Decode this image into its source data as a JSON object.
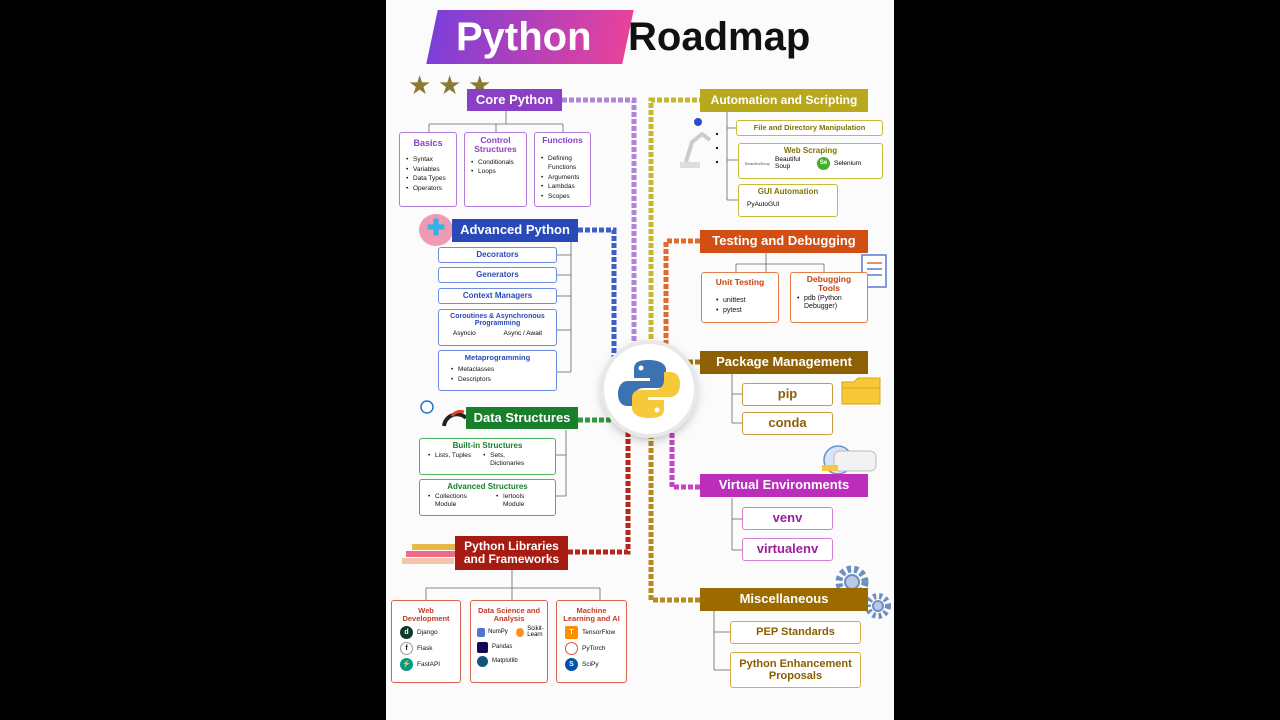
{
  "title": {
    "part1": "Python",
    "part2": "Roadmap"
  },
  "colors": {
    "purple": "#8a3fc4",
    "blue": "#2a49b8",
    "green": "#1a7f2c",
    "red": "#a61b12",
    "olive": "#b7a81d",
    "orange": "#d14f13",
    "brown": "#8e6006",
    "magenta": "#bb2dba",
    "gold": "#9c6b00"
  },
  "core_python": {
    "label": "Core Python",
    "basics": {
      "title": "Basics",
      "items": [
        "Syntax",
        "Variables",
        "Data Types",
        "Operators"
      ]
    },
    "control": {
      "title": "Control Structures",
      "items": [
        "Conditionals",
        "Loops"
      ]
    },
    "functions": {
      "title": "Functions",
      "items": [
        "Defining Functions",
        "Arguments",
        "Lambdas",
        "Scopes"
      ]
    }
  },
  "advanced_python": {
    "label": "Advanced Python",
    "decorators": "Decorators",
    "generators": "Generators",
    "context_managers": "Context Managers",
    "coroutines": {
      "title": "Coroutines & Asynchronous Programming",
      "items": [
        "Asyncio",
        "Async / Await"
      ]
    },
    "metaprogramming": {
      "title": "Metaprogramming",
      "items": [
        "Metaclasses",
        "Descriptors"
      ]
    }
  },
  "data_structures": {
    "label": "Data Structures",
    "builtin": {
      "title": "Built-in Structures",
      "items": [
        "Lists, Tuples",
        "Sets, Dictionaries"
      ]
    },
    "advanced": {
      "title": "Advanced Structures",
      "items": [
        "Collections Module",
        "Iertools Module"
      ]
    }
  },
  "libraries": {
    "label": "Python Libraries and Frameworks",
    "web": {
      "title": "Web Development",
      "items": [
        "Django",
        "Flask",
        "FastAPI"
      ]
    },
    "data": {
      "title": "Data Science and Analysis",
      "items": [
        "NumPy",
        "Scikit-Learn",
        "Pandas",
        "Matplotlib"
      ]
    },
    "ml": {
      "title": "Machine Learning and AI",
      "items": [
        "TensorFlow",
        "PyTorch",
        "SciPy"
      ]
    }
  },
  "automation": {
    "label": "Automation and Scripting",
    "files": "File and Directory Manipulation",
    "scraping": {
      "title": "Web Scraping",
      "items": [
        "Beautiful Soup",
        "Selenium"
      ],
      "logo_text": "BeautifulSoup"
    },
    "gui": {
      "title": "GUI Automation",
      "items": [
        "PyAutoGUI"
      ]
    }
  },
  "testing": {
    "label": "Testing and Debugging",
    "unit": {
      "title": "Unit Testing",
      "items": [
        "unittest",
        "pytest"
      ]
    },
    "debug": {
      "title": "Debugging Tools",
      "items": [
        "pdb (Python Debugger)"
      ]
    }
  },
  "package": {
    "label": "Package Management",
    "items": [
      "pip",
      "conda"
    ]
  },
  "venv": {
    "label": "Virtual Environments",
    "items": [
      "venv",
      "virtualenv"
    ]
  },
  "misc": {
    "label": "Miscellaneous",
    "items": [
      "PEP Standards",
      "Python Enhancement Proposals"
    ]
  }
}
